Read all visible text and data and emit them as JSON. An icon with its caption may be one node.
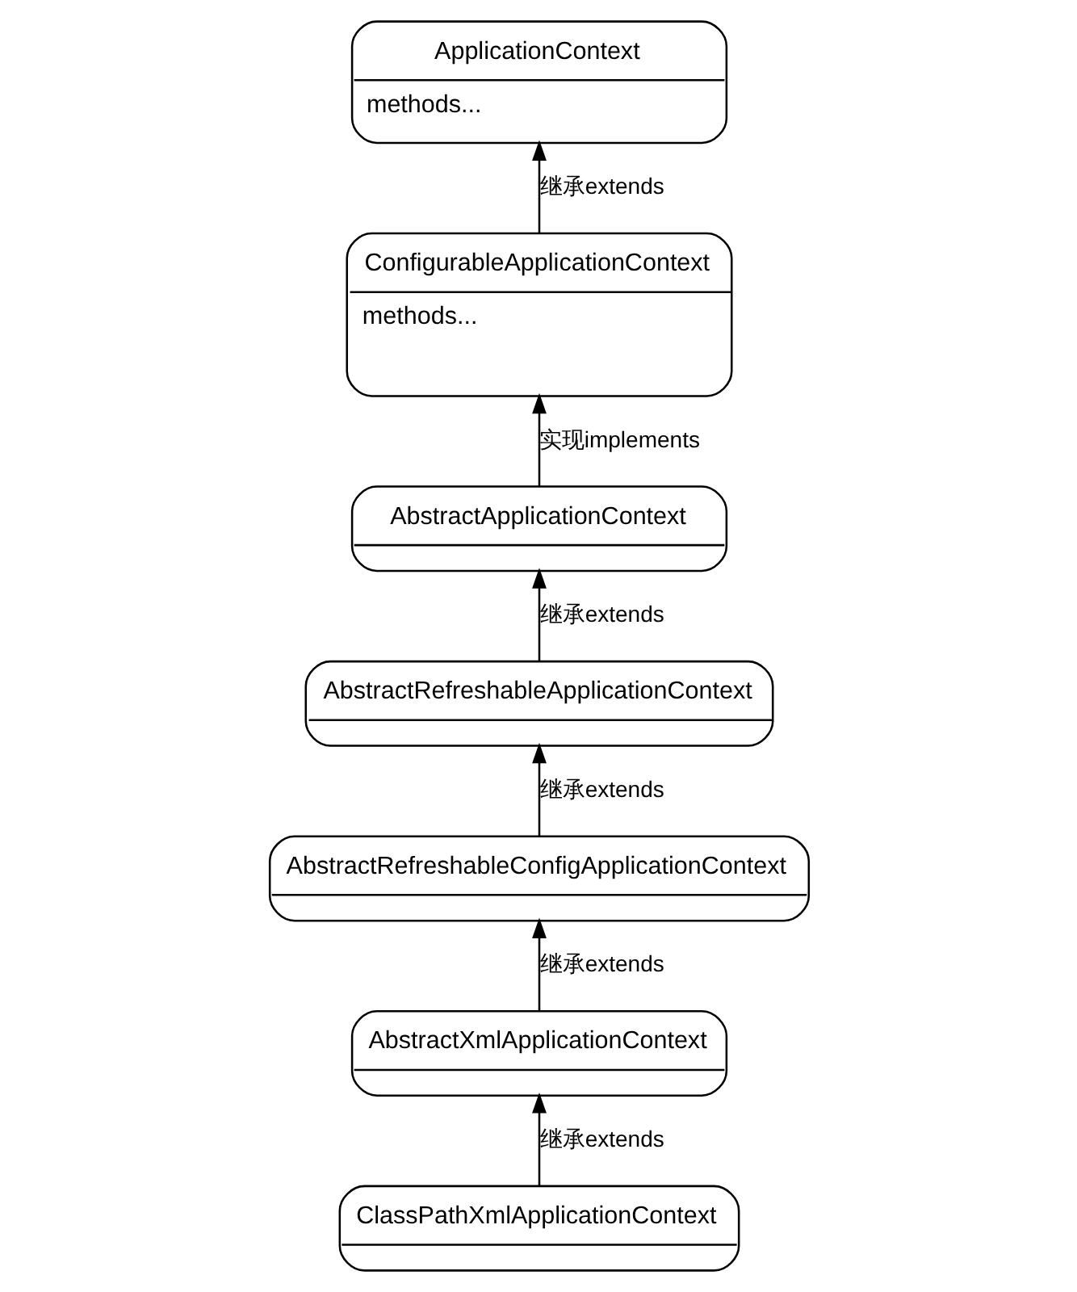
{
  "diagram": {
    "nodes": [
      {
        "text": [
          "ApplicationContext",
          "methods..."
        ]
      },
      {
        "text": [
          "ConfigurableApplicationContext",
          "methods..."
        ]
      },
      {
        "text": [
          "AbstractApplicationContext"
        ]
      },
      {
        "text": [
          "AbstractRefreshableApplicationContext"
        ]
      },
      {
        "text": [
          "AbstractRefreshableConfigApplicationContext"
        ]
      },
      {
        "text": [
          "AbstractXmlApplicationContext"
        ]
      },
      {
        "text": [
          "ClassPathXmlApplicationContext"
        ]
      }
    ],
    "edges": [
      {
        "from": 1,
        "to": 0,
        "arrow": "to",
        "label": "继承extends"
      },
      {
        "from": 2,
        "to": 1,
        "arrow": "to",
        "label": "实现implements"
      },
      {
        "from": 3,
        "to": 2,
        "arrow": "to",
        "label": "继承extends"
      },
      {
        "from": 4,
        "to": 3,
        "arrow": "to",
        "label": "继承extends"
      },
      {
        "from": 5,
        "to": 4,
        "arrow": "to",
        "label": "继承extends"
      },
      {
        "from": 6,
        "to": 5,
        "arrow": "to",
        "label": "继承extends"
      }
    ]
  }
}
